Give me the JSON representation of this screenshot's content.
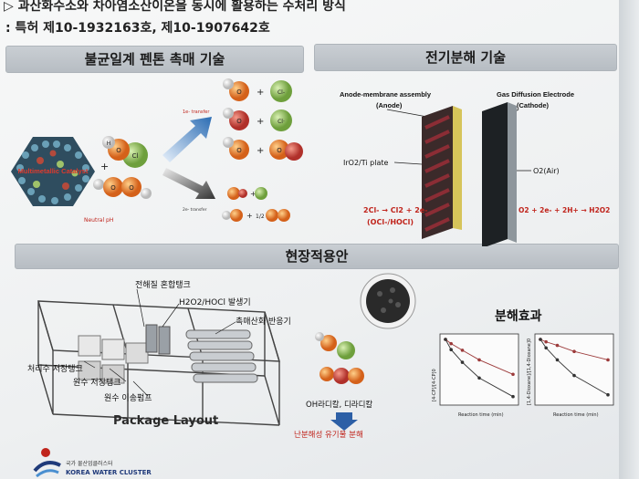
{
  "header": {
    "title": "▷ 과산화수소와 차아염소산이온을 동시에 활용하는 수처리 방식",
    "patent": ": 특허 제10-1932163호, 제10-1907642호"
  },
  "sections": {
    "fenton": "불균일계 펜톤 촉매 기술",
    "electrolysis": "전기분해 기술",
    "field": "현장적용안",
    "effect": "분해효과"
  },
  "fenton": {
    "catalyst": "Multimetallic Catalyst",
    "neutral": "Neutral pH",
    "transfer1": "1e- transfer",
    "transfer2": "2e- transfer",
    "plus": "+",
    "half": "1/2",
    "atoms": {
      "h": "H",
      "o": "O",
      "cl": "Cl",
      "clminus": "Cl-",
      "cldot": "Cl·"
    }
  },
  "electro": {
    "anode_title": "Anode-membrane assembly",
    "anode_sub": "(Anode)",
    "cathode_title": "Gas Diffusion Electrode",
    "cathode_sub": "(Cathode)",
    "plate": "IrO2/Ti plate",
    "air": "O2(Air)",
    "anode_eq1": "2Cl- → Cl2 + 2e-",
    "anode_eq2": "(OCl-/HOCl)",
    "cathode_eq": "O2 + 2e- + 2H+ → H2O2"
  },
  "layout": {
    "tank_mix": "전해질 혼합탱크",
    "generator": "H2O2/HOCl 발생기",
    "reactor": "촉매산화 반응기",
    "treated_tank": "처리수 저장탱크",
    "raw_tank": "원수 저장탱크",
    "pump": "원수 이송펌프",
    "package": "Package Layout",
    "radicals": "OH라디칼, 디라디칼",
    "decompose": "난분해성 유기물 분해"
  },
  "charts": {
    "ylabel1": "[4-CP]/[4-CP]0",
    "ylabel2": "[1,4-Dioxane]/[1,4-Dioxane]0",
    "xlabel": "Reaction time (min)"
  },
  "chart_data": [
    {
      "type": "line",
      "xlabel": "Reaction time (min)",
      "ylabel": "[4-CP]/[4-CP]0",
      "series": [
        {
          "x": [
            0,
            5,
            15,
            30,
            60
          ],
          "values": [
            1.0,
            0.93,
            0.82,
            0.66,
            0.42
          ]
        },
        {
          "x": [
            0,
            5,
            15,
            30,
            60
          ],
          "values": [
            1.0,
            0.83,
            0.62,
            0.36,
            0.05
          ]
        }
      ]
    },
    {
      "type": "line",
      "xlabel": "Reaction time (min)",
      "ylabel": "[1,4-Dioxane]/[1,4-Dioxane]0",
      "series": [
        {
          "x": [
            0,
            5,
            15,
            30,
            60
          ],
          "values": [
            1.0,
            0.96,
            0.9,
            0.8,
            0.66
          ]
        },
        {
          "x": [
            0,
            5,
            15,
            30,
            60
          ],
          "values": [
            1.0,
            0.86,
            0.66,
            0.4,
            0.08
          ]
        }
      ]
    }
  ],
  "footer": {
    "org_ko": "국가 물산업클러스터",
    "org_en": "KOREA WATER CLUSTER"
  },
  "colors": {
    "banner": "#bcc2c8",
    "accent_red": "#c0241c",
    "oxygen": "#e8832a",
    "chlorine": "#8fbf5a",
    "hydrogen": "#e4e4e4",
    "series_red": "#9c3a3a",
    "series_dark": "#333333"
  }
}
